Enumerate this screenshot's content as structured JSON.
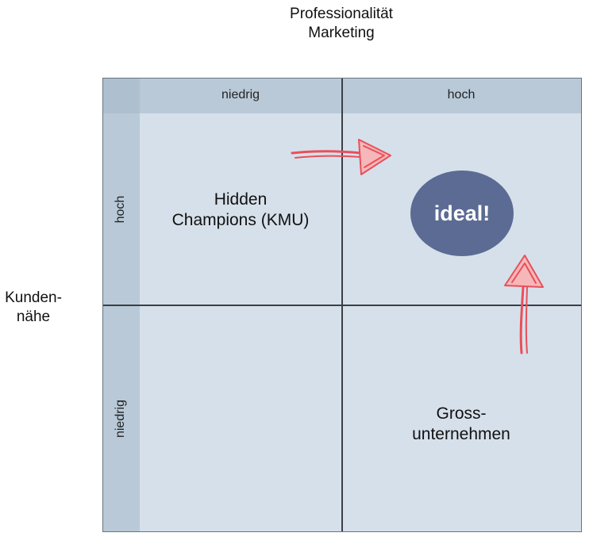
{
  "axes": {
    "x_title_line1": "Professionalität",
    "x_title_line2": "Marketing",
    "y_title_line1": "Kunden-",
    "y_title_line2": "nähe"
  },
  "columns": {
    "low": "niedrig",
    "high": "hoch"
  },
  "rows": {
    "high": "hoch",
    "low": "niedrig"
  },
  "quadrants": {
    "top_left_line1": "Hidden",
    "top_left_line2": "Champions (KMU)",
    "top_right": "ideal!",
    "bottom_right_line1": "Gross-",
    "bottom_right_line2": "unternehmen"
  },
  "colors": {
    "background": "#d6e0ea",
    "header": "#b9c9d8",
    "ideal_fill": "#5b6b94",
    "arrow": "#e8505a"
  }
}
